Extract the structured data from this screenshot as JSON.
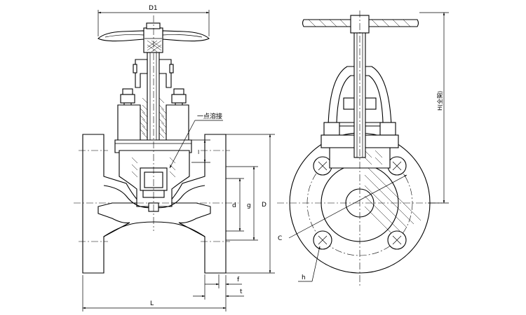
{
  "labels": {
    "D1": "D1",
    "L": "L",
    "D": "D",
    "d": "d",
    "g": "g",
    "f": "f",
    "t": "t",
    "C": "C",
    "h": "h",
    "H": "H(全開)",
    "weld": "一点溶接",
    "l": "l"
  }
}
